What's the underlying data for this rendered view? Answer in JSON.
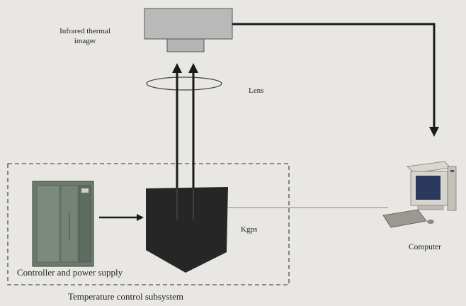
{
  "diagram": {
    "labels": {
      "imager": "Infrared thermal imager",
      "lens": "Lens",
      "kgps": "Kgps",
      "computer": "Computer",
      "controller": "Controller and power supply",
      "subsystem": "Temperature control subsystem"
    },
    "colors": {
      "background": "#e8e7e3",
      "imager_fill": "#b9b9b9",
      "furnace_fill": "#262626",
      "cabinet_fill": "#6c7a6e",
      "line": "#1a1a1a"
    }
  }
}
